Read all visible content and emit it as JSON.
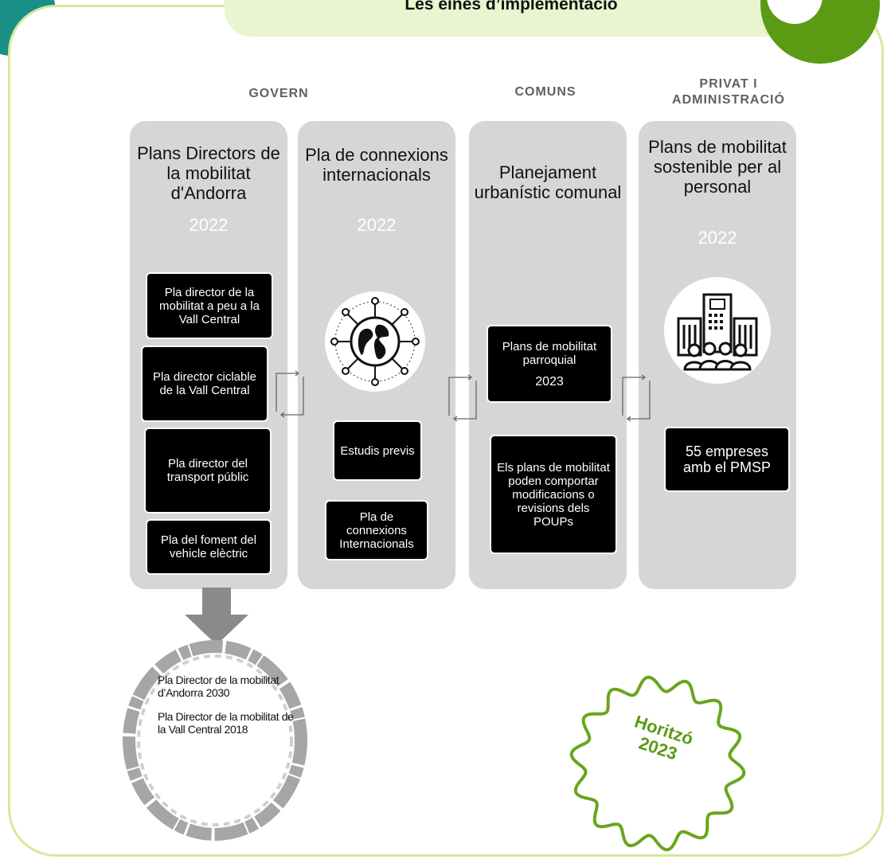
{
  "header": {
    "title": "Les eines d’implementació"
  },
  "columns_headers": {
    "govern": "GOVERN",
    "comuns": "COMUNS",
    "privat": "PRIVAT I ADMINISTRACIÓ"
  },
  "columns": [
    {
      "title": "Plans Directors de la mobilitat d'Andorra",
      "year": "2022",
      "items": [
        "Pla director de la mobilitat a peu a la Vall Central",
        "Pla director ciclable de la Vall Central",
        "Pla director del transport públic",
        "Pla del foment del vehicle elèctric"
      ]
    },
    {
      "title": "Pla de connexions internacionals",
      "year": "2022",
      "icon": "globe-network-icon",
      "items": [
        "Estudis previs",
        "Pla de connexions Internacionals"
      ]
    },
    {
      "title": "Planejament urbanístic comunal",
      "items": [
        "Plans de mobilitat parroquial",
        "Els plans de mobilitat poden comportar modificacions o revisions dels POUPs"
      ],
      "item_year": "2023"
    },
    {
      "title": "Plans de mobilitat sostenible per al personal",
      "year": "2022",
      "icon": "office-people-icon",
      "items": [
        "55 empreses amb el PMSP"
      ]
    }
  ],
  "sticker": {
    "line1": "Pla Director de la mobilitat d’Andorra 2030",
    "line2": "Pla Director de la mobilitat de la Vall Central 2018"
  },
  "badge": {
    "line1": "Horitzó",
    "line2": "2023"
  },
  "colors": {
    "accent": "#5a9b13",
    "frame": "#d3ea9b",
    "teal": "#1a8f86",
    "panel": "#d6d6d6"
  }
}
